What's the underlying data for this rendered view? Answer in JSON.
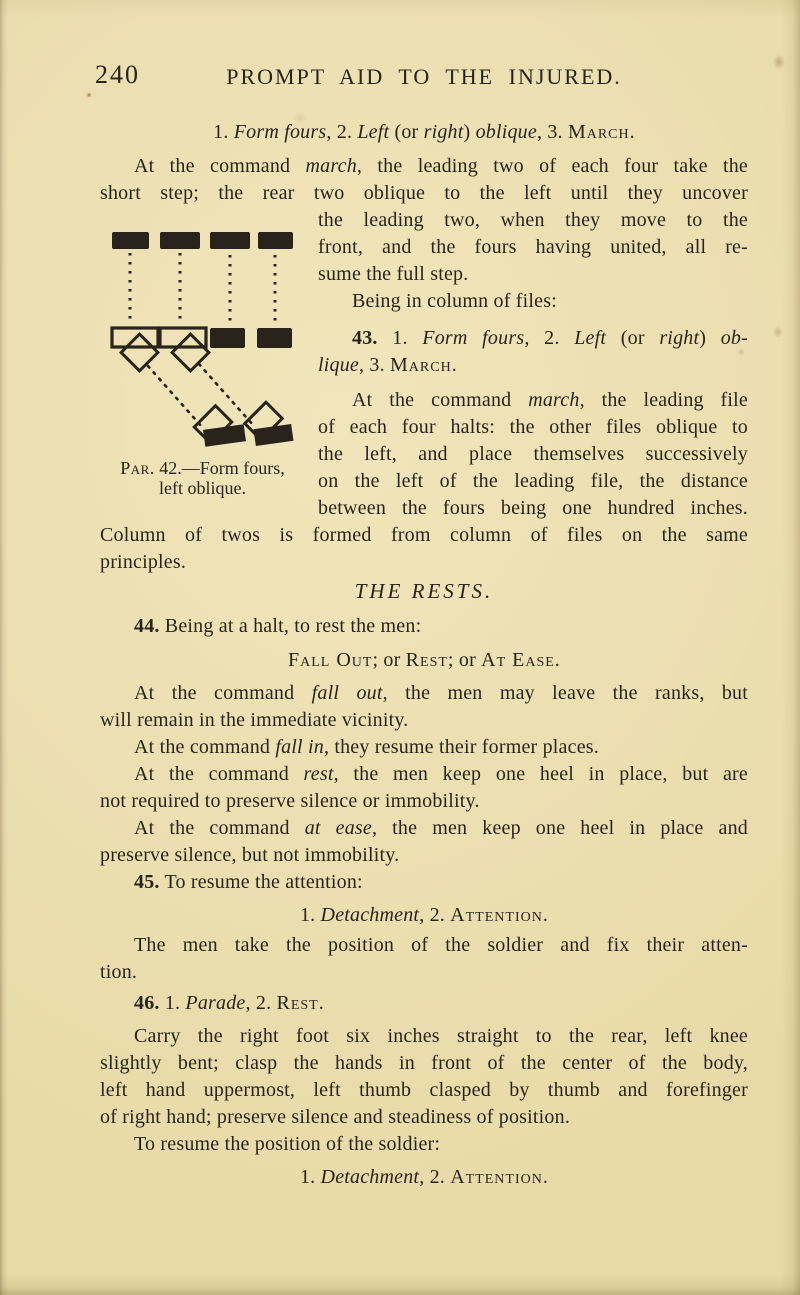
{
  "header": {
    "page_number": "240",
    "running_title": "PROMPT AID TO THE INJURED."
  },
  "colors": {
    "paper": "#e8daa8",
    "ink": "#2a231b"
  },
  "figure": {
    "caption": {
      "par_label": "Par.",
      "line1_rest": " 42.—Form fours,",
      "line2": "left oblique."
    },
    "description_names": [
      "front-rank-row",
      "march-path-dashed-lines",
      "second-rank-row",
      "oblique-path-dotted-lines",
      "rear-oblique-group"
    ]
  },
  "lines": [
    {
      "a": "center",
      "seg": [
        {
          "st": "n",
          "t": "1. "
        },
        {
          "st": "i",
          "t": "Form fours"
        },
        {
          "st": "n",
          "t": ", 2. "
        },
        {
          "st": "i",
          "t": "Left"
        },
        {
          "st": "n",
          "t": " (or "
        },
        {
          "st": "i",
          "t": "right"
        },
        {
          "st": "n",
          "t": ") "
        },
        {
          "st": "i",
          "t": "oblique"
        },
        {
          "st": "n",
          "t": ", 3. "
        },
        {
          "st": "sc",
          "t": "March"
        },
        {
          "st": "n",
          "t": "."
        }
      ]
    },
    {
      "a": "just",
      "ind": 1,
      "mt": 7,
      "seg": [
        {
          "st": "n",
          "t": "At the command "
        },
        {
          "st": "i",
          "t": "march"
        },
        {
          "st": "n",
          "t": ", the leading two of each four take the"
        }
      ]
    },
    {
      "a": "just",
      "seg": [
        {
          "st": "n",
          "t": "short step; the rear two oblique to the left until they uncover"
        }
      ]
    },
    {
      "a": "just",
      "nr": 1,
      "seg": [
        {
          "st": "n",
          "t": "the leading two, when they move to the"
        }
      ]
    },
    {
      "a": "just",
      "nr": 1,
      "seg": [
        {
          "st": "n",
          "t": "front, and the fours having united, all re-"
        }
      ]
    },
    {
      "a": "left",
      "nr": 1,
      "seg": [
        {
          "st": "n",
          "t": "sume the full step."
        }
      ]
    },
    {
      "a": "left",
      "nr": 1,
      "ind": 1,
      "seg": [
        {
          "st": "n",
          "t": "Being in column of files:"
        }
      ]
    },
    {
      "a": "just",
      "nr": 1,
      "ind": 1,
      "mt": 10,
      "seg": [
        {
          "st": "b",
          "t": "43."
        },
        {
          "st": "n",
          "t": " 1. "
        },
        {
          "st": "i",
          "t": "Form fours"
        },
        {
          "st": "n",
          "t": ", 2. "
        },
        {
          "st": "i",
          "t": "Left"
        },
        {
          "st": "n",
          "t": " (or "
        },
        {
          "st": "i",
          "t": "right"
        },
        {
          "st": "n",
          "t": ") "
        },
        {
          "st": "i",
          "t": "ob-"
        }
      ]
    },
    {
      "a": "left",
      "nr": 1,
      "seg": [
        {
          "st": "i",
          "t": "lique"
        },
        {
          "st": "n",
          "t": ", 3. "
        },
        {
          "st": "sc",
          "t": "March"
        },
        {
          "st": "n",
          "t": "."
        }
      ]
    },
    {
      "a": "just",
      "nr": 1,
      "ind": 1,
      "mt": 8,
      "seg": [
        {
          "st": "n",
          "t": "At the command "
        },
        {
          "st": "i",
          "t": "march"
        },
        {
          "st": "n",
          "t": ", the leading file"
        }
      ]
    },
    {
      "a": "just",
      "nr": 1,
      "seg": [
        {
          "st": "n",
          "t": "of each four halts: the other files oblique to"
        }
      ]
    },
    {
      "a": "just",
      "nr": 1,
      "seg": [
        {
          "st": "n",
          "t": "the left, and place themselves successively"
        }
      ]
    },
    {
      "a": "just",
      "nr": 1,
      "seg": [
        {
          "st": "n",
          "t": "on the left of the leading file, the distance"
        }
      ]
    },
    {
      "a": "just",
      "nr": 1,
      "seg": [
        {
          "st": "n",
          "t": "between the fours being one hundred inches."
        }
      ]
    },
    {
      "a": "just",
      "seg": [
        {
          "st": "n",
          "t": "Column of twos is formed from column of files on the same"
        }
      ]
    },
    {
      "a": "left",
      "seg": [
        {
          "st": "n",
          "t": "principles."
        }
      ]
    },
    {
      "a": "center",
      "mt": 2,
      "seg": [
        {
          "st": "ih",
          "t": "THE RESTS."
        }
      ]
    },
    {
      "a": "left",
      "ind": 1,
      "mt": 7,
      "seg": [
        {
          "st": "b",
          "t": "44."
        },
        {
          "st": "n",
          "t": " Being at a halt, to rest the men:"
        }
      ]
    },
    {
      "a": "center",
      "mt": 7,
      "seg": [
        {
          "st": "sc",
          "t": "Fall Out"
        },
        {
          "st": "n",
          "t": "; or "
        },
        {
          "st": "sc",
          "t": "Rest"
        },
        {
          "st": "n",
          "t": "; or "
        },
        {
          "st": "sc",
          "t": "At Ease"
        },
        {
          "st": "n",
          "t": "."
        }
      ]
    },
    {
      "a": "just",
      "ind": 1,
      "mt": 6,
      "seg": [
        {
          "st": "n",
          "t": "At the command "
        },
        {
          "st": "i",
          "t": "fall out"
        },
        {
          "st": "n",
          "t": ", the men may leave the ranks, but"
        }
      ]
    },
    {
      "a": "left",
      "seg": [
        {
          "st": "n",
          "t": "will remain in the immediate vicinity."
        }
      ]
    },
    {
      "a": "left",
      "ind": 1,
      "seg": [
        {
          "st": "n",
          "t": "At the command "
        },
        {
          "st": "i",
          "t": "fall in"
        },
        {
          "st": "n",
          "t": ", they resume their former places."
        }
      ]
    },
    {
      "a": "just",
      "ind": 1,
      "seg": [
        {
          "st": "n",
          "t": "At the command "
        },
        {
          "st": "i",
          "t": "rest"
        },
        {
          "st": "n",
          "t": ", the men keep one heel in place, but are"
        }
      ]
    },
    {
      "a": "left",
      "seg": [
        {
          "st": "n",
          "t": "not required to preserve silence or immobility."
        }
      ]
    },
    {
      "a": "just",
      "ind": 1,
      "seg": [
        {
          "st": "n",
          "t": "At the command "
        },
        {
          "st": "i",
          "t": "at ease"
        },
        {
          "st": "n",
          "t": ", the men keep one heel in place and"
        }
      ]
    },
    {
      "a": "left",
      "seg": [
        {
          "st": "n",
          "t": "preserve silence, but not immobility."
        }
      ]
    },
    {
      "a": "left",
      "ind": 1,
      "seg": [
        {
          "st": "b",
          "t": "45."
        },
        {
          "st": "n",
          "t": " To resume the attention:"
        }
      ]
    },
    {
      "a": "center",
      "mt": 6,
      "seg": [
        {
          "st": "n",
          "t": "1. "
        },
        {
          "st": "i",
          "t": "Detachment"
        },
        {
          "st": "n",
          "t": ", 2. "
        },
        {
          "st": "sc",
          "t": "Attention"
        },
        {
          "st": "n",
          "t": "."
        }
      ]
    },
    {
      "a": "just",
      "ind": 1,
      "mt": 3,
      "seg": [
        {
          "st": "n",
          "t": "The men take the position of the soldier and fix their atten-"
        }
      ]
    },
    {
      "a": "left",
      "seg": [
        {
          "st": "n",
          "t": "tion."
        }
      ]
    },
    {
      "a": "left",
      "ind": 1,
      "mt": 4,
      "seg": [
        {
          "st": "b",
          "t": "46."
        },
        {
          "st": "n",
          "t": " 1. "
        },
        {
          "st": "i",
          "t": "Parade"
        },
        {
          "st": "n",
          "t": ", 2. "
        },
        {
          "st": "sc",
          "t": "Rest"
        },
        {
          "st": "n",
          "t": "."
        }
      ]
    },
    {
      "a": "just",
      "ind": 1,
      "mt": 6,
      "seg": [
        {
          "st": "n",
          "t": "Carry the right foot six inches straight to the rear, left knee"
        }
      ]
    },
    {
      "a": "just",
      "seg": [
        {
          "st": "n",
          "t": "slightly bent; clasp the hands in front of the center of the body,"
        }
      ]
    },
    {
      "a": "just",
      "seg": [
        {
          "st": "n",
          "t": "left hand uppermost, left thumb clasped by thumb and forefinger"
        }
      ]
    },
    {
      "a": "left",
      "seg": [
        {
          "st": "n",
          "t": "of right hand; preserve silence and steadiness of position."
        }
      ]
    },
    {
      "a": "left",
      "ind": 1,
      "seg": [
        {
          "st": "n",
          "t": "To resume the position of the soldier:"
        }
      ]
    },
    {
      "a": "center",
      "mt": 6,
      "seg": [
        {
          "st": "n",
          "t": "1. "
        },
        {
          "st": "i",
          "t": "Detachment"
        },
        {
          "st": "n",
          "t": ", 2. "
        },
        {
          "st": "sc",
          "t": "Attention"
        },
        {
          "st": "n",
          "t": "."
        }
      ]
    }
  ]
}
